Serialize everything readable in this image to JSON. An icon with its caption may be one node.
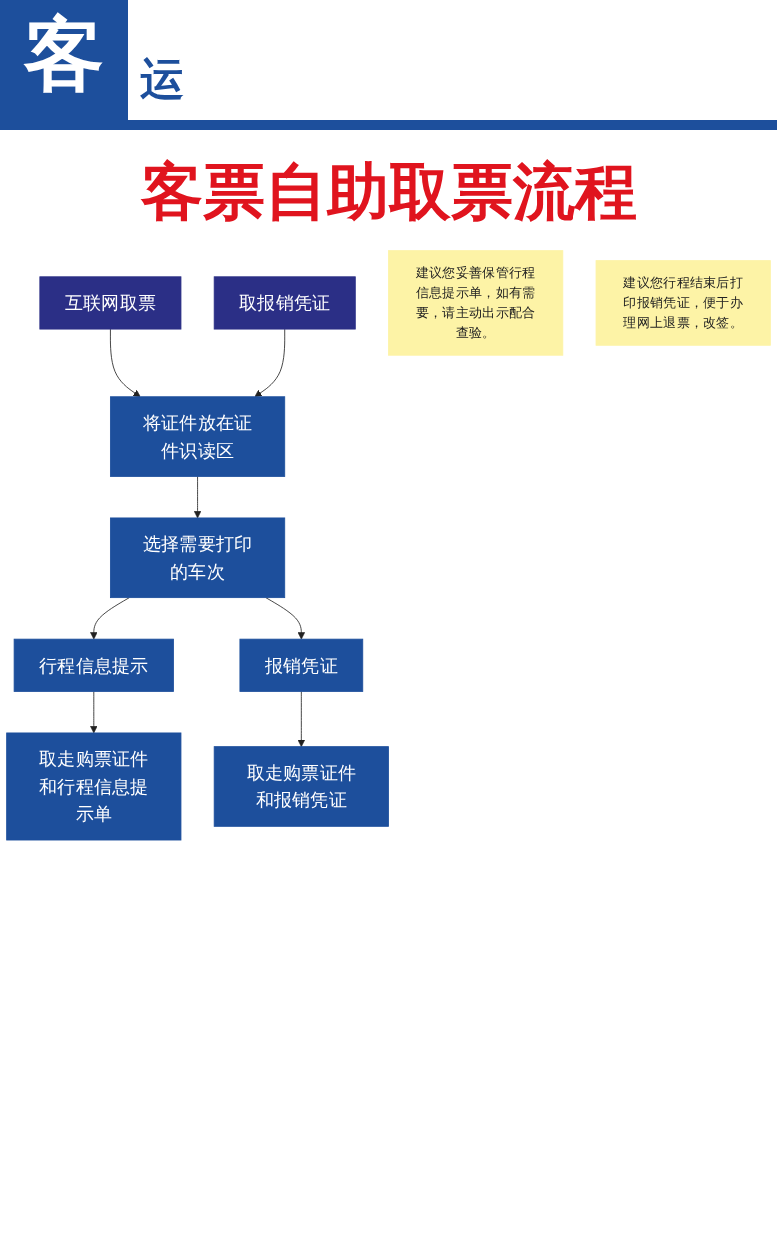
{
  "diagram": {
    "title": "客票自助取票流程",
    "nodes": [
      {
        "text": [
          "互联网取票"
        ]
      },
      {
        "text": [
          "取报销凭证"
        ]
      },
      {
        "text": [
          "将证件放在证件识读区"
        ]
      },
      {
        "text": [
          "选择需要打印的车次"
        ]
      },
      {
        "text": [
          "建议您妥善保管行程信息提示单，如有需要，请主动出示配合查验。"
        ]
      },
      {
        "text": [
          "行程信息提示"
        ]
      },
      {
        "text": [
          "报销凭证"
        ]
      },
      {
        "text": [
          "建议您行程结束后打印报销凭证，便于办理网上退票，改签。"
        ]
      },
      {
        "text": [
          "取走购票证件和行程信息提示单"
        ]
      },
      {
        "text": [
          "取走购票证件和报销凭证"
        ]
      }
    ],
    "edges": [
      {
        "from": 0,
        "to": 2,
        "arrow": "to"
      },
      {
        "from": 1,
        "to": 2,
        "arrow": "to"
      },
      {
        "from": 2,
        "to": 3,
        "arrow": "to"
      },
      {
        "from": 3,
        "to": 5,
        "arrow": "to"
      },
      {
        "from": 3,
        "to": 6,
        "arrow": "to"
      },
      {
        "from": 5,
        "to": 8,
        "arrow": "to"
      },
      {
        "from": 6,
        "to": 9,
        "arrow": "to"
      }
    ],
    "labels": [
      "客",
      "运"
    ]
  }
}
